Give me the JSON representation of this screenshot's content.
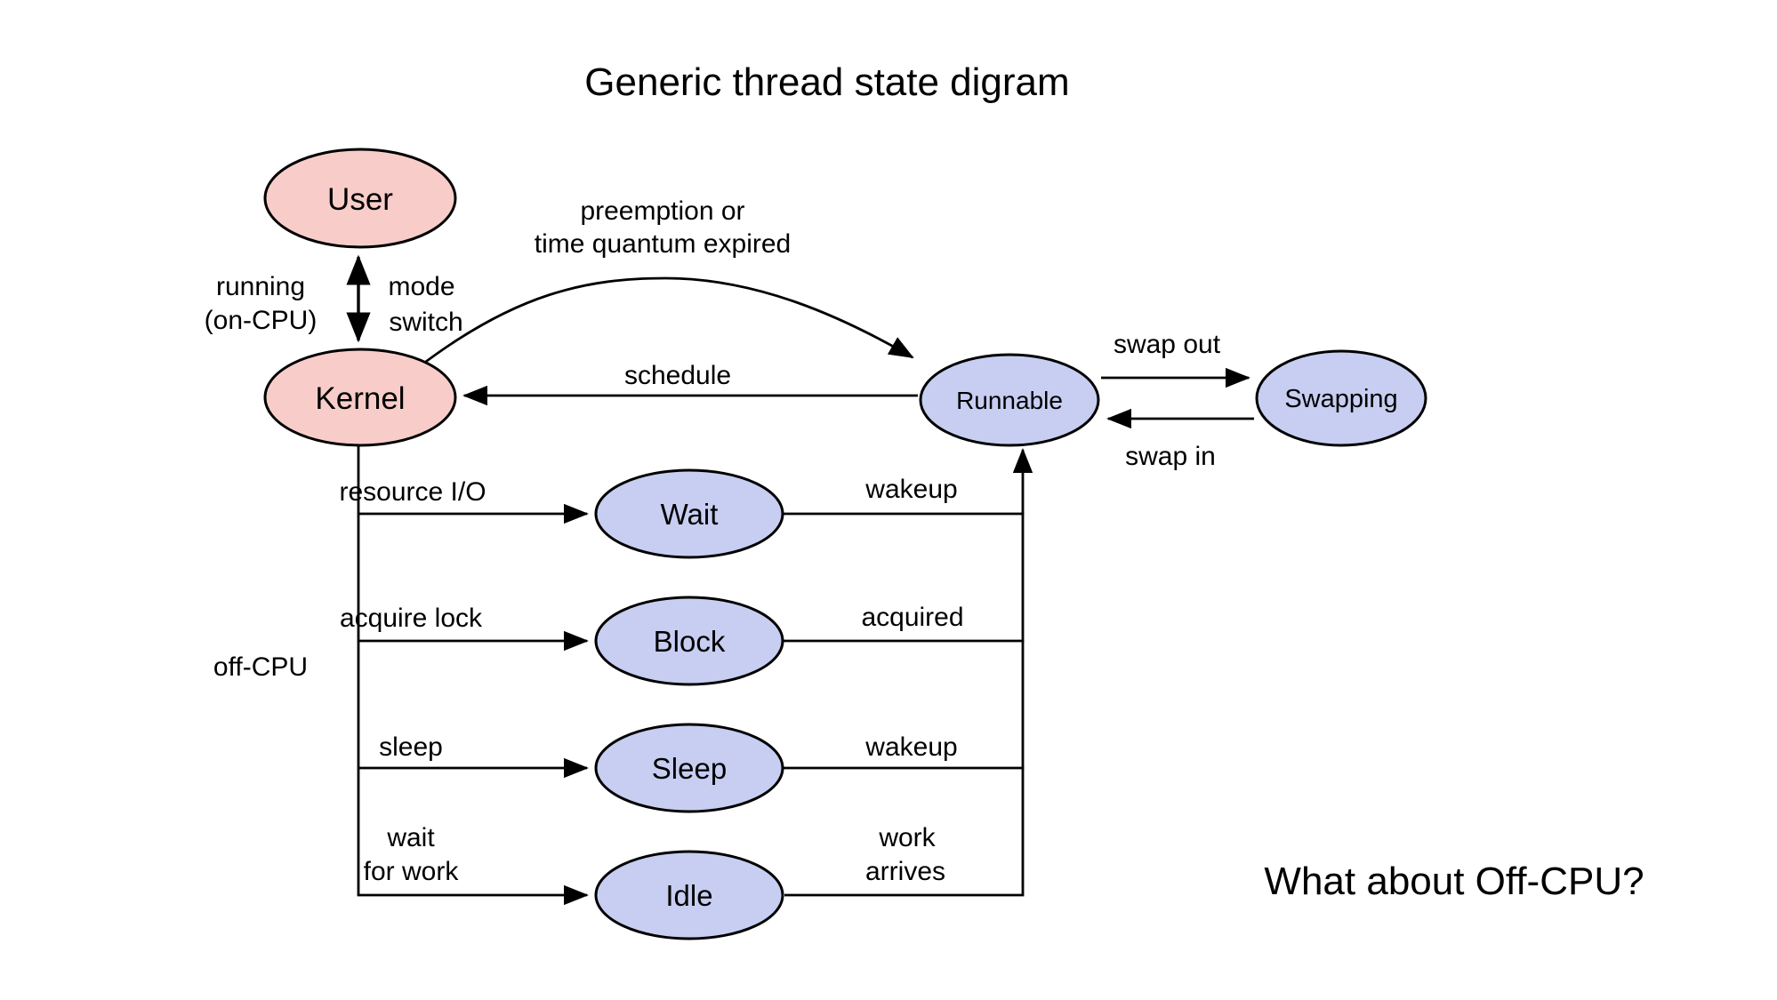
{
  "title": "Generic thread state digram",
  "question": "What about Off-CPU?",
  "colors": {
    "node_pink": "#f8cdc9",
    "node_blue": "#c7cef1",
    "stroke": "#000000",
    "background": "#ffffff"
  },
  "nodes": {
    "user": {
      "label": "User"
    },
    "kernel": {
      "label": "Kernel"
    },
    "runnable": {
      "label": "Runnable"
    },
    "swapping": {
      "label": "Swapping"
    },
    "wait": {
      "label": "Wait"
    },
    "block": {
      "label": "Block"
    },
    "sleep": {
      "label": "Sleep"
    },
    "idle": {
      "label": "Idle"
    }
  },
  "labels": {
    "running": "running",
    "on_cpu": "(on-CPU)",
    "mode": "mode",
    "switch": "switch",
    "preemption_line1": "preemption or",
    "preemption_line2": "time quantum expired",
    "schedule": "schedule",
    "swap_out": "swap out",
    "swap_in": "swap in",
    "resource_io": "resource I/O",
    "wakeup_from_wait": "wakeup",
    "acquire_lock": "acquire lock",
    "acquired": "acquired",
    "sleep_action": "sleep",
    "wakeup_from_sleep": "wakeup",
    "wait_line1": "wait",
    "wait_line2": "for work",
    "work_line1": "work",
    "work_line2": "arrives",
    "off_cpu": "off-CPU"
  }
}
